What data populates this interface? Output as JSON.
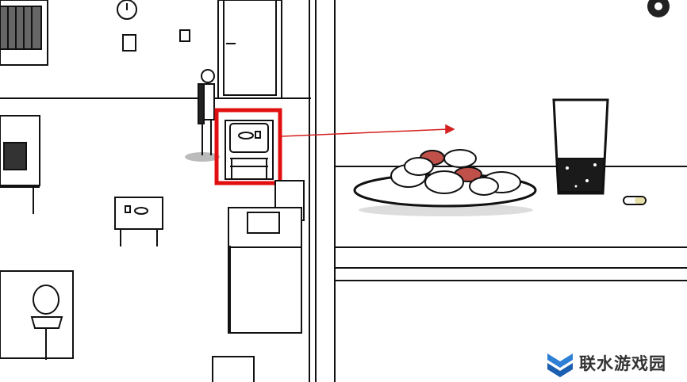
{
  "scene": {
    "left_panel": "room-map",
    "right_panel": "table-closeup",
    "highlight_color": "#e01010",
    "arrow_color": "#d42020",
    "liquid_color": "#1a1a1a",
    "meatball_color": "#c0504a"
  },
  "watermark": {
    "text": "联水游戏园",
    "logo_color": "#2e7fd6"
  }
}
